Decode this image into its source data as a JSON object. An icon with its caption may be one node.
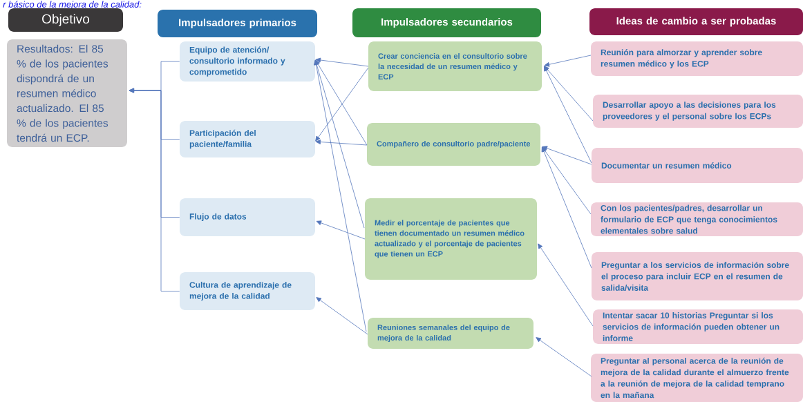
{
  "diagram": {
    "nodes": [
      {
        "text": [
          "Objetivo"
        ]
      },
      {
        "text": [
          "Resultados: El 85 % de los pacientes dispondrá de un resumen médico actualizado. El 85 % de los pacientes tendrá un ECP."
        ]
      },
      {
        "text": [
          "Impulsadores primarios"
        ]
      },
      {
        "text": [
          "Equipo de atención/ consultorio informado y comprometido"
        ]
      },
      {
        "text": [
          "Participación del paciente/familia"
        ]
      },
      {
        "text": [
          "Flujo de datos"
        ]
      },
      {
        "text": [
          "Cultura de aprendizaje de mejora de la calidad"
        ]
      },
      {
        "text": [
          "Impulsadores secundarios"
        ]
      },
      {
        "text": [
          "Crear conciencia en el consultorio sobre la necesidad de un resumen médico y ECP"
        ]
      },
      {
        "text": [
          "Compañero de consultorio padre/paciente"
        ]
      },
      {
        "text": [
          "Medir el porcentaje de pacientes que tienen documentado un resumen médico actualizado y el porcentaje de pacientes que tienen un ECP"
        ]
      },
      {
        "text": [
          "Reuniones semanales del equipo de mejora de la calidad"
        ]
      },
      {
        "text": [
          "Ideas de cambio a ser probadas"
        ]
      },
      {
        "text": [
          "Reunión para almorzar y aprender sobre resumen médico y los ECP"
        ]
      },
      {
        "text": [
          "Desarrollar apoyo a las decisiones para los proveedores y el personal sobre los ECPs"
        ]
      },
      {
        "text": [
          "Documentar un resumen médico"
        ]
      },
      {
        "text": [
          "Con los pacientes/padres, desarrollar un formulario de ECP que tenga conocimientos elementales sobre salud"
        ]
      },
      {
        "text": [
          "Preguntar a los servicios de información sobre el proceso para incluir ECP en el resumen de salida/visita"
        ]
      },
      {
        "text": [
          "Intentar sacar 10 historias Preguntar si los servicios de información pueden obtener un informe"
        ]
      },
      {
        "text": [
          "Preguntar al personal acerca de la reunión de mejora de la calidad durante el almuerzo frente a la reunión de mejora de la calidad temprano en la mañana"
        ]
      }
    ],
    "edges": [
      {
        "from": 3,
        "to": 1,
        "arrow": "to"
      },
      {
        "from": 4,
        "to": 1,
        "arrow": "to"
      },
      {
        "from": 5,
        "to": 1,
        "arrow": "to"
      },
      {
        "from": 6,
        "to": 1,
        "arrow": "to"
      },
      {
        "from": 8,
        "to": 3,
        "arrow": "to"
      },
      {
        "from": 9,
        "to": 3,
        "arrow": "to"
      },
      {
        "from": 10,
        "to": 3,
        "arrow": "to"
      },
      {
        "from": 11,
        "to": 3,
        "arrow": "to"
      },
      {
        "from": 8,
        "to": 4,
        "arrow": "to"
      },
      {
        "from": 9,
        "to": 4,
        "arrow": "to"
      },
      {
        "from": 10,
        "to": 5,
        "arrow": "to"
      },
      {
        "from": 11,
        "to": 6,
        "arrow": "to"
      },
      {
        "from": 13,
        "to": 8,
        "arrow": "to"
      },
      {
        "from": 14,
        "to": 8,
        "arrow": "to"
      },
      {
        "from": 15,
        "to": 8,
        "arrow": "to"
      },
      {
        "from": 15,
        "to": 9,
        "arrow": "to"
      },
      {
        "from": 16,
        "to": 9,
        "arrow": "to"
      },
      {
        "from": 17,
        "to": 9,
        "arrow": "to"
      },
      {
        "from": 18,
        "to": 10,
        "arrow": "to"
      },
      {
        "from": 19,
        "to": 11,
        "arrow": "to"
      }
    ],
    "labels": [
      "r básico de la mejora de la calidad:"
    ]
  }
}
